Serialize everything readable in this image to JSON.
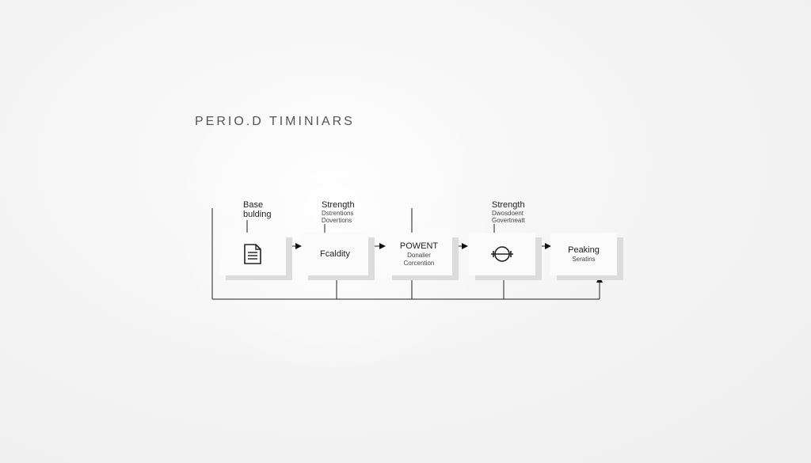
{
  "title": "PERIO.D TIMINIARS",
  "labels": {
    "base": {
      "line1": "Base",
      "line2": "bulding"
    },
    "strength1": {
      "line1": "Strength",
      "sub1": "Dstrentions",
      "sub2": "Dovertions"
    },
    "strength2": {
      "line1": "Strength",
      "sub1": "Dwosdoent",
      "sub2": "Govertneatt"
    }
  },
  "nodes": [
    {
      "icon": "document-icon"
    },
    {
      "title": "Fcaldity"
    },
    {
      "title": "POWENT",
      "sub1": "Donalier",
      "sub2": "Corcention"
    },
    {
      "icon": "barbell-icon"
    },
    {
      "title": "Peaking",
      "sub1": "Seratins"
    }
  ]
}
